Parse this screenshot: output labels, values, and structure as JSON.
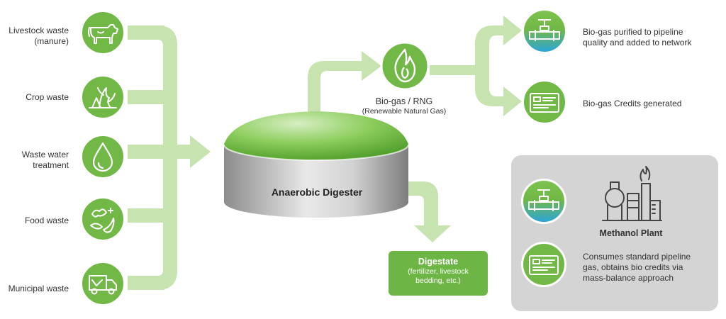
{
  "inputs": [
    {
      "label_line1": "Livestock waste",
      "label_line2": "(manure)",
      "icon": "cow-icon"
    },
    {
      "label_line1": "Crop waste",
      "label_line2": "",
      "icon": "crop-plant-icon"
    },
    {
      "label_line1": "Waste water",
      "label_line2": "treatment",
      "icon": "water-drop-icon"
    },
    {
      "label_line1": "Food waste",
      "label_line2": "",
      "icon": "food-waste-icon"
    },
    {
      "label_line1": "Municipal waste",
      "label_line2": "",
      "icon": "garbage-truck-icon"
    }
  ],
  "digester": {
    "label": "Anaerobic Digester"
  },
  "biogas": {
    "label": "Bio-gas / RNG",
    "sublabel": "(Renewable Natural Gas)",
    "icon": "flame-icon"
  },
  "outputs": {
    "pipeline": {
      "line1": "Bio-gas purified to pipeline",
      "line2": "quality and added to network",
      "icon": "pipeline-valve-icon"
    },
    "credits": {
      "line1": "Bio-gas Credits generated",
      "icon": "certificate-card-icon"
    }
  },
  "digestate": {
    "title": "Digestate",
    "line1": "(fertilizer, livestock",
    "line2": "bedding, etc.)"
  },
  "methanol": {
    "title": "Methanol Plant",
    "line1": "Consumes standard pipeline",
    "line2": "gas, obtains bio credits via",
    "line3": "mass-balance approach",
    "icons": [
      "pipeline-valve-icon",
      "certificate-card-icon",
      "factory-icon"
    ]
  },
  "colors": {
    "green": "#72b846",
    "light_green": "#c6e3b0",
    "blue": "#2ba6d8",
    "panel": "#d4d4d4"
  }
}
